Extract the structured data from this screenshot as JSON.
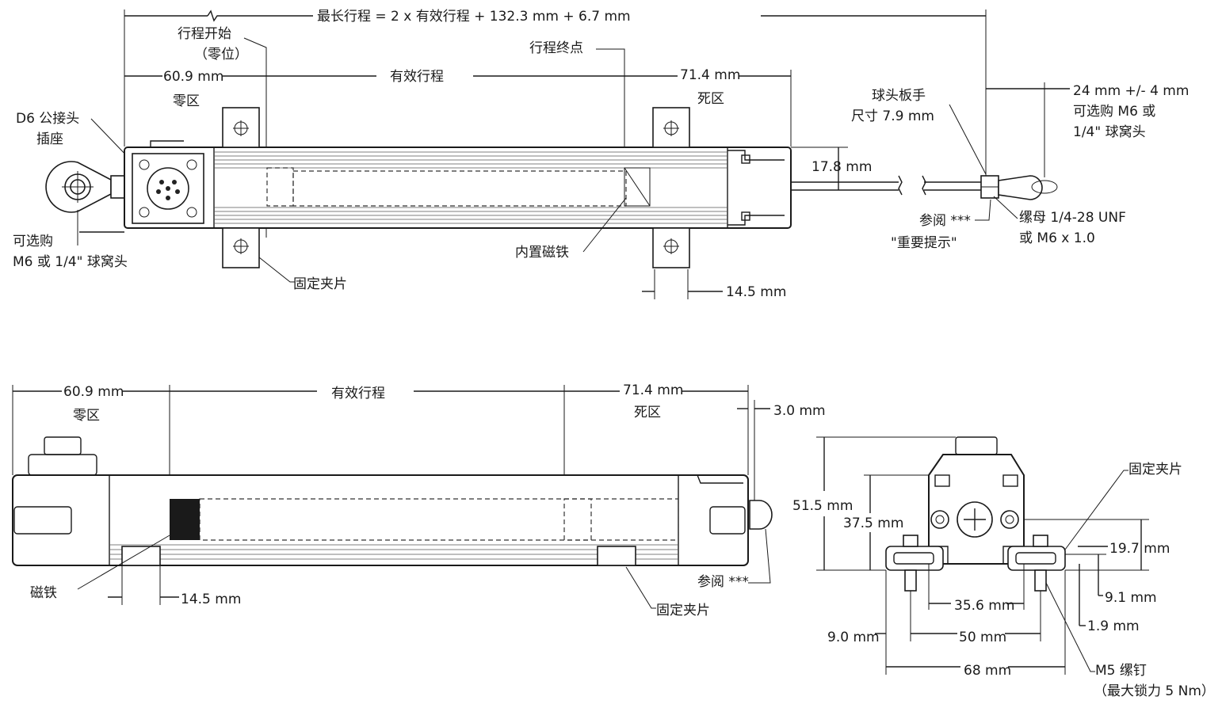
{
  "top_view": {
    "overall_length": "最长行程 = 2 x 有效行程 + 132.3 mm + 6.7 mm",
    "stroke_start": "行程开始",
    "stroke_start_sub": "（零位）",
    "stroke_end": "行程终点",
    "zero_zone_len": "60.9 mm",
    "zero_zone": "零区",
    "active_stroke": "有效行程",
    "dead_zone_len": "71.4 mm",
    "dead_zone": "死区",
    "connector_line1": "D6 公接头",
    "connector_line2": "插座",
    "optional_end_line1": "可选购",
    "optional_end_line2": "M6 或 1/4\" 球窝头",
    "mount_clamp": "固定夹片",
    "internal_magnet": "内置磁铁",
    "clamp_width": "14.5 mm",
    "rod_offset": "17.8 mm",
    "wrench_line1": "球头板手",
    "wrench_line2": "尺寸 7.9 mm",
    "rod_end_line1": "24 mm +/- 4 mm",
    "rod_end_line2": "可选购 M6 或",
    "rod_end_line3": "1/4\" 球窝头",
    "see_note_line1": "参阅 ***",
    "see_note_line2": "\"重要提示\"",
    "nut_line1": "缧母 1/4-28 UNF",
    "nut_line2": "或 M6 x 1.0"
  },
  "side_view": {
    "zero_zone_len": "60.9 mm",
    "zero_zone": "零区",
    "active_stroke": "有效行程",
    "dead_zone_len": "71.4 mm",
    "dead_zone": "死区",
    "end_gap": "3.0 mm",
    "magnet": "磁铁",
    "clamp_width": "14.5 mm",
    "see_note": "参阅 ***",
    "mount_clamp": "固定夹片"
  },
  "end_view": {
    "mount_clamp": "固定夹片",
    "height_total": "51.5 mm",
    "height_body": "37.5 mm",
    "h_19_7": "19.7 mm",
    "h_9_1": "9.1 mm",
    "h_1_9": "1.9 mm",
    "w_35_6": "35.6 mm",
    "w_9_0": "9.0 mm",
    "w_50": "50 mm",
    "w_68": "68 mm",
    "screw_line1": "M5 缧钉",
    "screw_line2": "（最大锁力 5 Nm）"
  }
}
